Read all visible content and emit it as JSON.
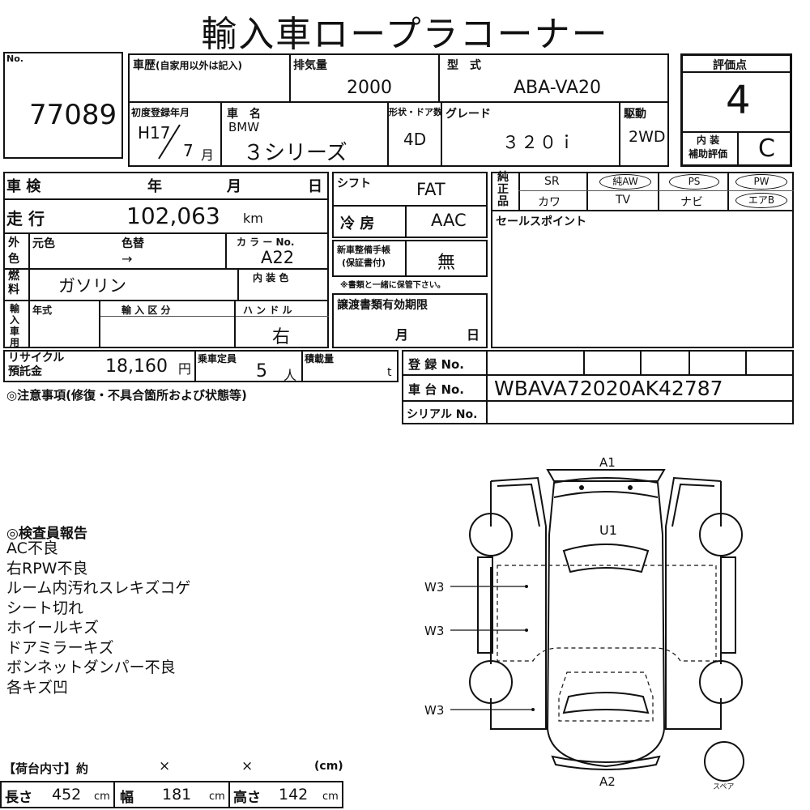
{
  "title": "輸入車ロープラコーナー",
  "lot": {
    "label": "No.",
    "number": "77089"
  },
  "history": {
    "label": "車歴",
    "note": "(自家用以外は記入)"
  },
  "displacement": {
    "label": "排気量",
    "value": "2000"
  },
  "model_type": {
    "label": "型　式",
    "value": "ABA-VA20"
  },
  "rating": {
    "label": "評価点",
    "value": "4",
    "interior_label_1": "内 装",
    "interior_label_2": "補助評価",
    "interior_value": "C"
  },
  "first_registration": {
    "label": "初度登録年月",
    "era": "H17",
    "month": "7",
    "month_unit": "月"
  },
  "car_name": {
    "label": "車　名",
    "maker": "BMW",
    "value": "３シリーズ"
  },
  "body": {
    "label": "形状・ドア数",
    "value": "4D"
  },
  "grade": {
    "label": "グレード",
    "value": "３２０ｉ"
  },
  "drive": {
    "label": "駆動",
    "value": "2WD"
  },
  "inspection": {
    "label": "車 検",
    "year": "年",
    "month": "月",
    "day": "日"
  },
  "mileage": {
    "label": "走 行",
    "value": "102,063",
    "unit": "km"
  },
  "color": {
    "label_1": "外",
    "label_2": "色",
    "original": "元色",
    "changed": "色替",
    "arrow": "→",
    "code_label": "カ ラ ー No.",
    "code": "A22",
    "interior_label": "内 装 色"
  },
  "fuel": {
    "label_1": "燃",
    "label_2": "料",
    "value": "ガソリン"
  },
  "import": {
    "label": "輸入車用",
    "year_label": "年式",
    "category_label": "輸 入 区 分",
    "handle_label": "ハ ン ド ル",
    "handle_value": "右"
  },
  "shift": {
    "label": "シフト",
    "value": "FAT"
  },
  "ac": {
    "label": "冷 房",
    "value": "AAC"
  },
  "warranty": {
    "label_1": "新車整備手帳",
    "label_2": "(保証書付)",
    "value": "無",
    "note": "※書類と一緒に保管下さい。"
  },
  "transfer": {
    "label": "譲渡書類有効期限",
    "month": "月",
    "day": "日"
  },
  "equipment": {
    "label": "純正品",
    "row1": [
      "SR",
      "純AW",
      "PS",
      "PW"
    ],
    "row2": [
      "カワ",
      "TV",
      "ナビ",
      "エアB"
    ]
  },
  "sales_point": {
    "label": "セールスポイント"
  },
  "recycle": {
    "label_1": "リサイクル",
    "label_2": "預託金",
    "value": "18,160",
    "unit": "円"
  },
  "capacity": {
    "label": "乗車定員",
    "value": "5",
    "unit": "人"
  },
  "load": {
    "label": "積載量",
    "unit": "t"
  },
  "notes_label": "◎注意事項(修復・不具合箇所および状態等)",
  "registration": {
    "label": "登 録 No."
  },
  "chassis": {
    "label": "車 台 No.",
    "value": "WBAVA72020AK42787"
  },
  "serial": {
    "label": "シリアル No."
  },
  "report": {
    "title": "◎検査員報告",
    "lines": [
      "AC不良",
      "右RPW不良",
      "ルーム内汚れスレキズコゲ",
      "シート切れ",
      "ホイールキズ",
      "ドアミラーキズ",
      "ボンネットダンパー不良",
      "各キズ凹"
    ]
  },
  "diagram": {
    "a1": "A1",
    "u1": "U1",
    "a2": "A2",
    "w3a": "W3",
    "w3b": "W3",
    "w3c": "W3",
    "spare": "スペア"
  },
  "cargo": {
    "label": "【荷台内寸】約",
    "x1": "×",
    "x2": "×",
    "unit_label": "(cm)",
    "length_label": "長さ",
    "length": "452",
    "width_label": "幅",
    "width": "181",
    "height_label": "高さ",
    "height": "142",
    "cm": "cm"
  }
}
